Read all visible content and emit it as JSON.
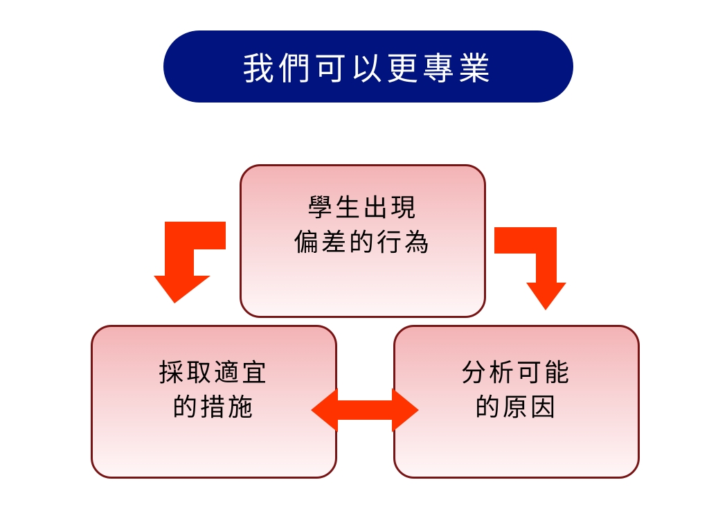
{
  "title": "我們可以更專業",
  "nodes": {
    "top": {
      "line1": "學生出現",
      "line2": "偏差的行為"
    },
    "left": {
      "line1": "採取適宜",
      "line2": "的措施"
    },
    "right": {
      "line1": "分析可能",
      "line2": "的原因"
    }
  },
  "colors": {
    "title_bg": "#00137f",
    "box_border": "#7a1414",
    "arrow": "#ff3300"
  }
}
